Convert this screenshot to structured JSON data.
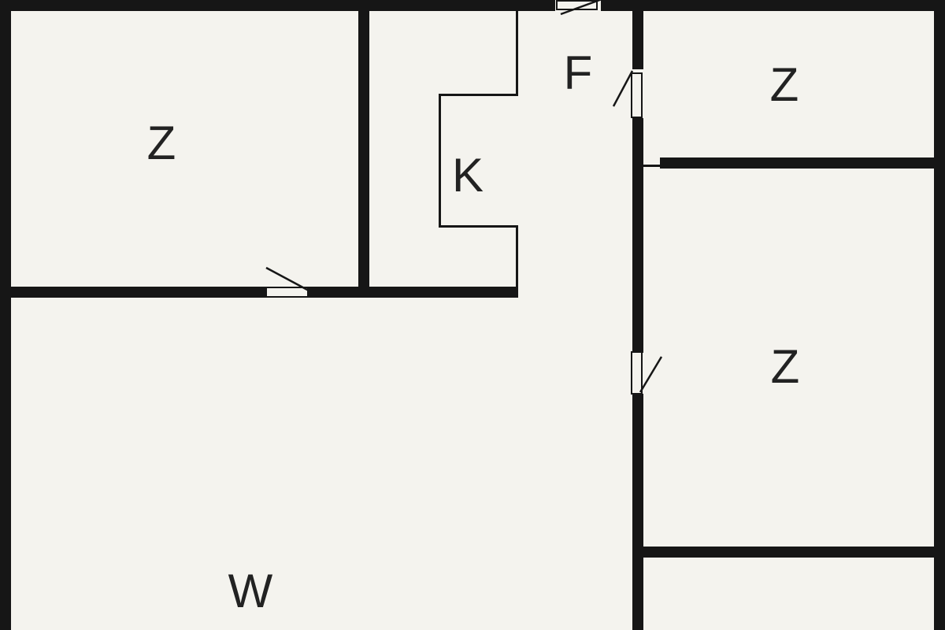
{
  "plan": {
    "type": "floor-plan",
    "rooms": [
      {
        "name": "room-top-left",
        "label": "Z"
      },
      {
        "name": "kitchen",
        "label": "K"
      },
      {
        "name": "hallway",
        "label": "F"
      },
      {
        "name": "room-top-right",
        "label": "Z"
      },
      {
        "name": "room-right",
        "label": "Z"
      },
      {
        "name": "living-room",
        "label": "W"
      }
    ],
    "colors": {
      "wall": "#161616",
      "background": "#f4f3ee",
      "label": "#222222"
    }
  }
}
